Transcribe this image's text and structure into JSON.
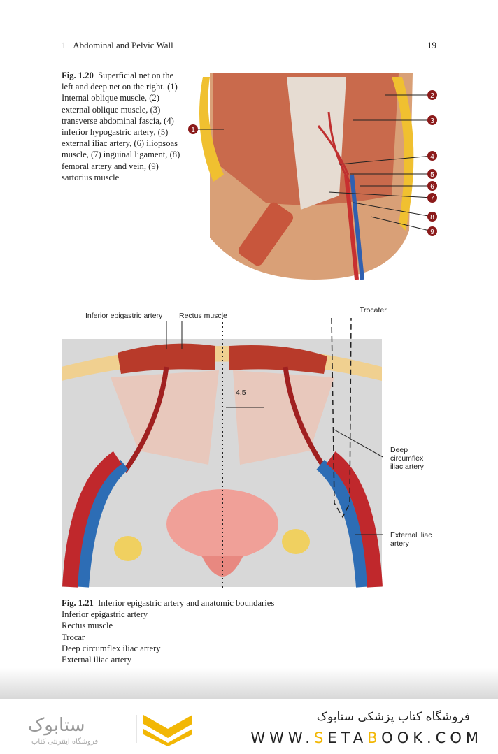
{
  "header": {
    "chapter": "1",
    "title": "Abdominal and Pelvic Wall",
    "page_number": "19"
  },
  "fig20": {
    "label": "Fig. 1.20",
    "caption": "Superficial net on the left and deep net on the right. (1) Internal oblique muscle, (2) external oblique muscle, (3) transverse abdominal fascia, (4) inferior hypogastric artery, (5) external iliac artery, (6) iliopsoas muscle, (7) inguinal ligament, (8) femoral artery and vein, (9) sartorius muscle",
    "markers": [
      "1",
      "2",
      "3",
      "4",
      "5",
      "6",
      "7",
      "8",
      "9"
    ]
  },
  "fig21": {
    "label": "Fig. 1.21",
    "caption": "Inferior epigastric artery and anatomic boundaries",
    "lines": [
      "Inferior epigastric artery",
      "Rectus muscle",
      "Trocar",
      "Deep circumflex iliac artery",
      "External iliac artery"
    ],
    "labels": {
      "iea": "Inferior epigastric artery",
      "rectus": "Rectus muscle",
      "trocater": "Trocater",
      "num": "4,5",
      "dcia1": "Deep",
      "dcia2": "circumflex",
      "dcia3": "iliac artery",
      "eia1": "External iliac",
      "eia2": "artery"
    }
  },
  "footer": {
    "store_fa": "فروشگاه کتاب پزشکی ستابوک",
    "url_pre": "WWW.",
    "url_s": "S",
    "url_mid": "ETA",
    "url_b": "B",
    "url_post": "OOK.COM",
    "logo_text": "ستابوک",
    "logo_sub": "فروشگاه اینترنتی کتاب"
  },
  "colors": {
    "accent": "#f2b705",
    "marker": "#8b1a1a"
  }
}
